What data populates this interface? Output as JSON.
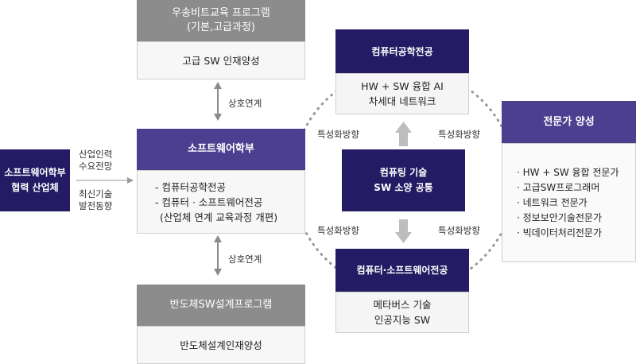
{
  "industry": {
    "line1": "소프트웨어학부",
    "line2": "협력 산업체"
  },
  "flow_labels": {
    "demand": [
      "산업인력",
      "수요전망"
    ],
    "trend": [
      "최신기술",
      "발전동향"
    ]
  },
  "top_program": {
    "title_line1": "우송비트교육 프로그램",
    "title_line2": "(기본,고급과정)",
    "body": "고급 SW 인재양성"
  },
  "mutual_top": "상호연계",
  "mutual_bottom": "상호연계",
  "department": {
    "title": "소프트웨어학부",
    "items": [
      "- 컴퓨터공학전공",
      "- 컴퓨터 · 소프트웨어전공",
      "(산업체 연계 교육과정 개편)"
    ]
  },
  "bottom_program": {
    "title": "반도체SW설계프로그램",
    "body": "반도체설계인재양성"
  },
  "cs_major": {
    "title": "컴퓨터공학전공",
    "body_line1": "HW + SW 융합 AI",
    "body_line2": "차세대 네트워크"
  },
  "core": {
    "line1": "컴퓨팅 기술",
    "line2": "SW 소양 공통"
  },
  "csw_major": {
    "title": "컴퓨터·소프트웨어전공",
    "body_line1": "메타버스 기술",
    "body_line2": "인공지능 SW"
  },
  "direction_labels": [
    "특성화방향",
    "특성화방향",
    "특성화방향",
    "특성화방향"
  ],
  "experts": {
    "title": "전문가 양성",
    "items": [
      "· HW + SW 융합 전문가",
      "· 고급SW프로그래머",
      "· 네트워크 전문가",
      "· 정보보안기술전문가",
      "· 빅데이터처리전문가"
    ]
  },
  "colors": {
    "navy": "#231b63",
    "purple": "#4c3f8f",
    "gray": "#8c8c8c",
    "arrow": "#bdbdbd"
  }
}
